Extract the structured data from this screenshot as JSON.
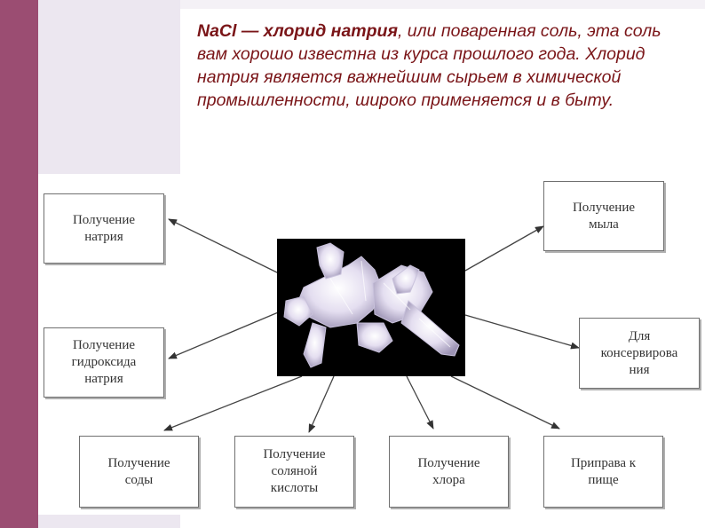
{
  "intro": {
    "bold": "NaCl — хлорид натрия",
    "italic": ", или поваренная соль, эта соль вам хорошо известна из курса прошлого года. Хлорид натрия является важнейшим сырьем в химической промышленности, широко применяется и в быту."
  },
  "boxes": {
    "sodium": "Получение\nнатрия",
    "hydroxide": "Получение\nгидроксида\nнатрия",
    "soda": "Получение\nсоды",
    "hcl": "Получение\nсоляной\nкислоты",
    "chlorine": "Получение\nхлора",
    "seasoning": "Приправа к\nпище",
    "preserving": "Для\nконсервирова\nния",
    "soap": "Получение\nмыла"
  },
  "colors": {
    "stripe": "#9b4d72",
    "text": "#7a1518"
  }
}
